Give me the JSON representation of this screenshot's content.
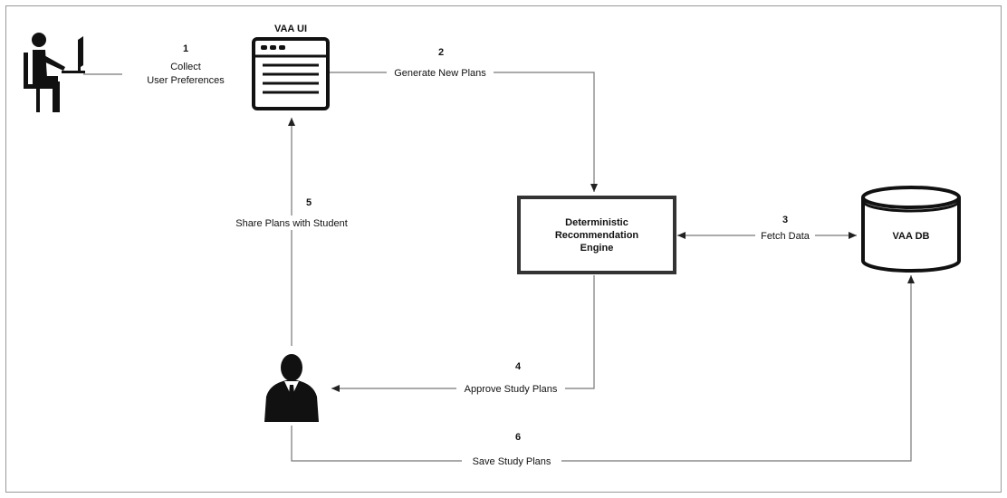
{
  "nodes": {
    "ui": {
      "title": "VAA UI",
      "icon": "browser-window-icon"
    },
    "engine": {
      "lines": [
        "Deterministic",
        "Recommendation",
        "Engine"
      ]
    },
    "db": {
      "label": "VAA DB",
      "icon": "database-cylinder-icon"
    },
    "student": {
      "icon": "student-at-computer-icon"
    },
    "advisor": {
      "icon": "advisor-businessman-icon"
    }
  },
  "steps": {
    "s1": {
      "num": "1",
      "label_lines": [
        "Collect",
        "User Preferences"
      ]
    },
    "s2": {
      "num": "2",
      "label": "Generate New Plans"
    },
    "s3": {
      "num": "3",
      "label": "Fetch Data"
    },
    "s4": {
      "num": "4",
      "label": "Approve Study Plans"
    },
    "s5": {
      "num": "5",
      "label": "Share Plans with Student"
    },
    "s6": {
      "num": "6",
      "label": "Save Study Plans"
    }
  }
}
